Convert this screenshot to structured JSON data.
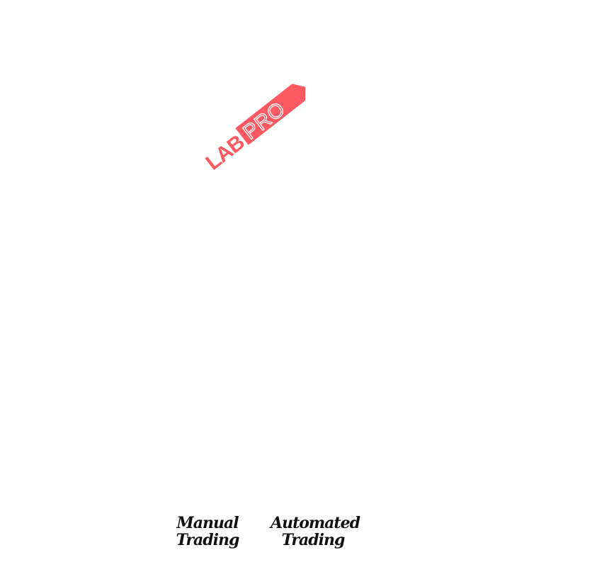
{
  "logo": {
    "text_left": "LAB",
    "text_right": "PRO",
    "color": "#ff5a62"
  },
  "options": [
    {
      "line1": "Manual",
      "line2": "Trading"
    },
    {
      "line1": "Automated",
      "line2": "Trading"
    }
  ]
}
